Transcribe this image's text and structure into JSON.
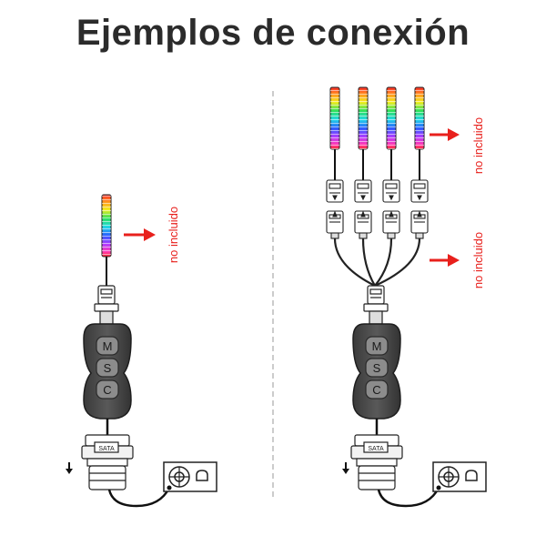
{
  "title": "Ejemplos de conexión",
  "colors": {
    "arrow": "#e8201c",
    "label": "#e8201c",
    "controller": "#4a4a4a",
    "controller_dark": "#2e2e2e",
    "button": "#8c8c8c",
    "cable": "#111111",
    "divider": "#9a9a9a"
  },
  "left_example": {
    "strip_label": "no incluido",
    "buttons": [
      "M",
      "S",
      "C"
    ],
    "connector_label": "SATA"
  },
  "right_example": {
    "strip_label": "no incluido",
    "splitter_label": "no incluido",
    "strip_count": 4,
    "buttons": [
      "M",
      "S",
      "C"
    ],
    "connector_label": "SATA"
  },
  "icons": {
    "arrow": "arrow-right-icon",
    "power_supply": "psu-icon",
    "insert": "arrow-down-icon"
  }
}
